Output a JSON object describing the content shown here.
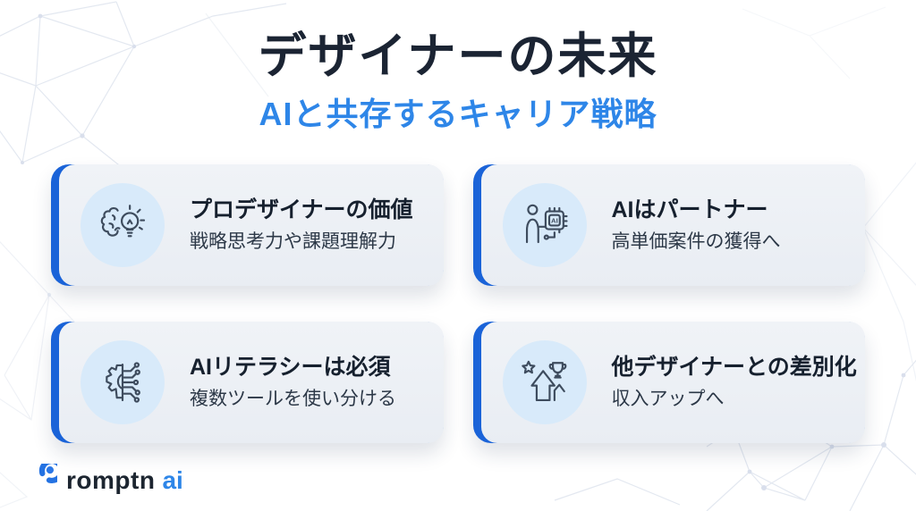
{
  "page": {
    "title": "デザイナーの未来",
    "subtitle": "AIと共存するキャリア戦略"
  },
  "cards": [
    {
      "icon": "brain-lightbulb-icon",
      "title": "プロデザイナーの価値",
      "description": "戦略思考力や課題理解力"
    },
    {
      "icon": "person-ai-chip-icon",
      "title": "AIはパートナー",
      "description": "高単価案件の獲得へ"
    },
    {
      "icon": "gear-circuit-icon",
      "title": "AIリテラシーは必須",
      "description": "複数ツールを使い分ける"
    },
    {
      "icon": "star-trophy-growth-icon",
      "title": "他デザイナーとの差別化",
      "description": "収入アップへ"
    }
  ],
  "icons": {
    "chip_label": "AI"
  },
  "footer": {
    "logo_text": "romptn",
    "logo_suffix": "ai"
  },
  "colors": {
    "accent_blue": "#1a63d8",
    "subtitle_blue": "#2e86e8",
    "title_navy": "#1b2433",
    "card_background": "#edf1f6",
    "icon_circle_background": "#d8eafa",
    "icon_stroke": "#3e4c5e",
    "network_line": "#e2e7f0",
    "logo_blue": "#2472e2"
  }
}
